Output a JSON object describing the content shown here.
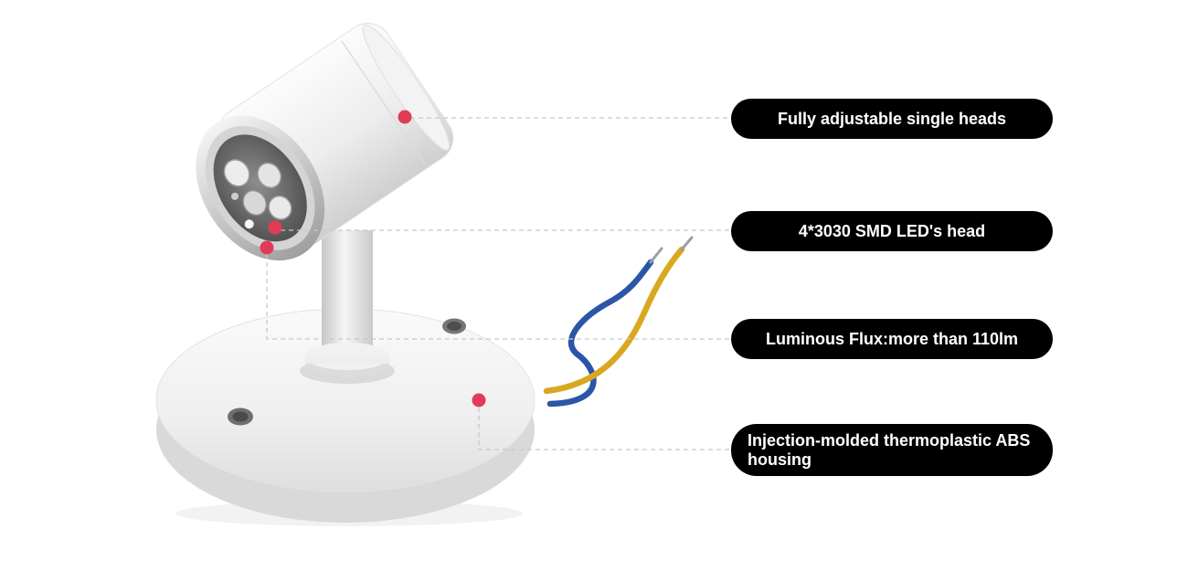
{
  "callouts": [
    {
      "label": "Fully adjustable single heads"
    },
    {
      "label": "4*3030 SMD LED's head"
    },
    {
      "label": "Luminous Flux:more than 110lm"
    },
    {
      "label": "Injection-molded thermoplastic ABS housing"
    }
  ],
  "colors": {
    "dot": "#e23b56",
    "pill_bg": "#000000",
    "pill_text": "#ffffff",
    "line": "#c8c8c8",
    "wire_yellow": "#d9a81f",
    "wire_blue": "#2b56a7"
  }
}
